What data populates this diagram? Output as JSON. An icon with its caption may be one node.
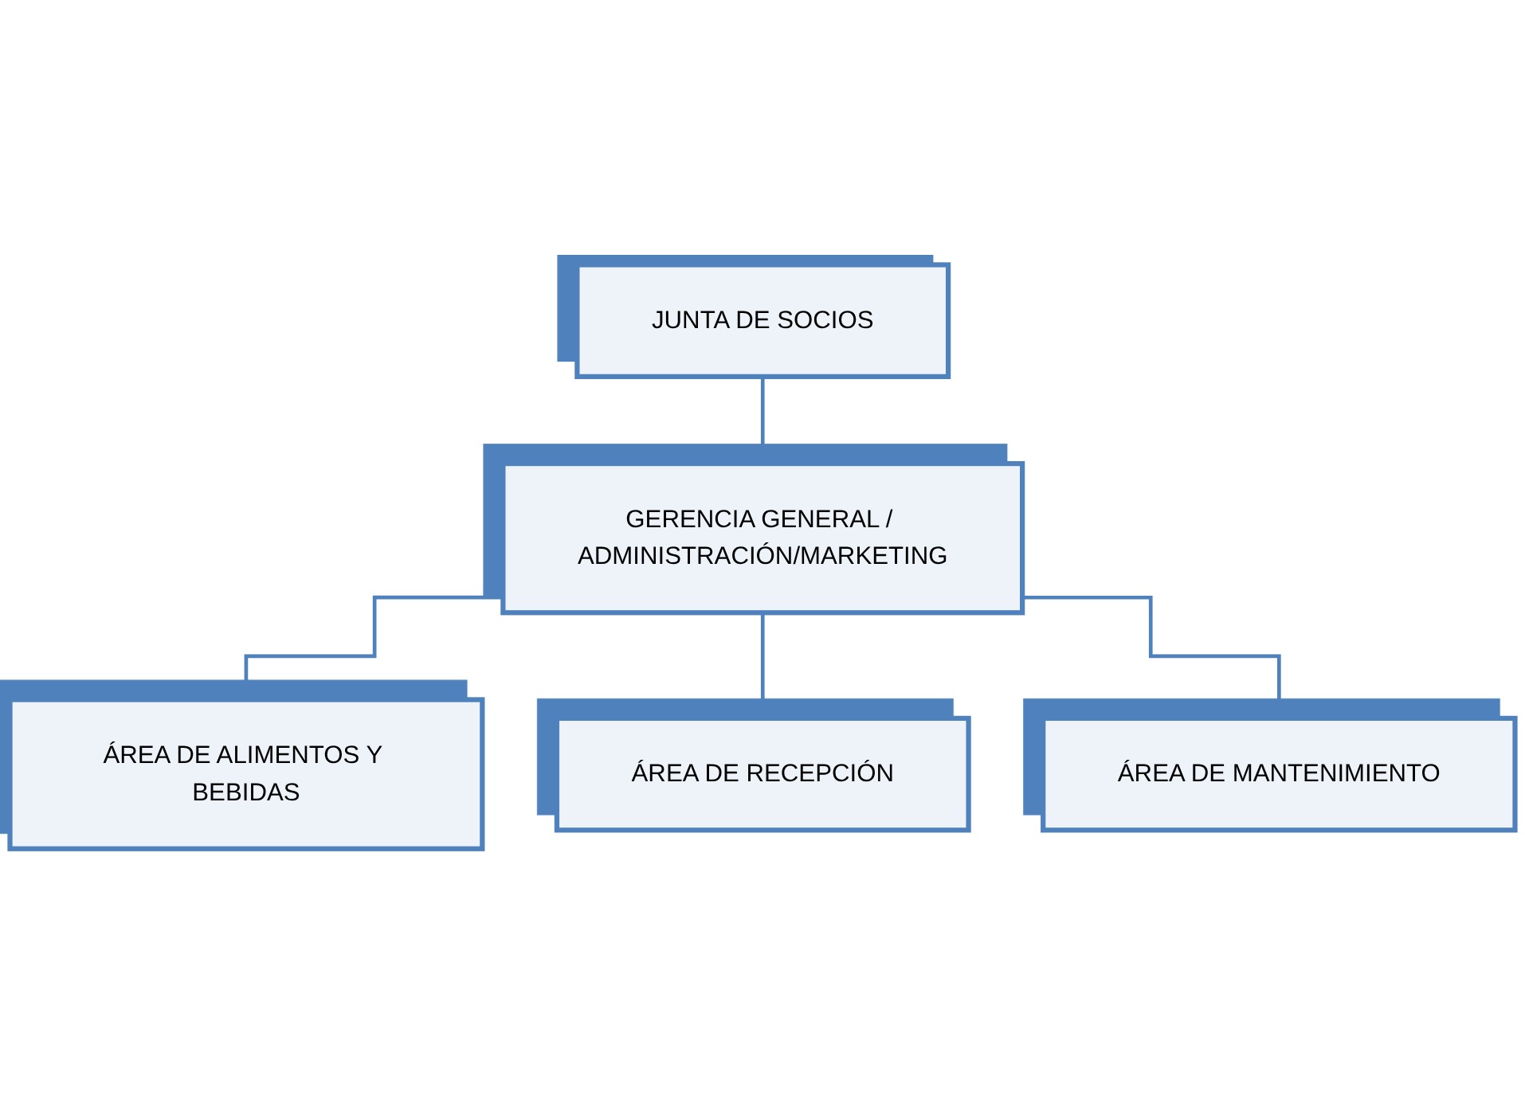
{
  "diagram": {
    "nodes": [
      {
        "text": [
          "JUNTA DE SOCIOS"
        ]
      },
      {
        "text": [
          "GERENCIA GENERAL / ADMINISTRACIÓN/MARKETING"
        ]
      },
      {
        "text": [
          "ÁREA DE ALIMENTOS Y BEBIDAS"
        ]
      },
      {
        "text": [
          "ÁREA DE RECEPCIÓN"
        ]
      },
      {
        "text": [
          "ÁREA DE MANTENIMIENTO"
        ]
      }
    ],
    "edges": [
      {
        "from": 0,
        "to": 1,
        "arrow": "none"
      },
      {
        "from": 1,
        "to": 2,
        "arrow": "none"
      },
      {
        "from": 1,
        "to": 3,
        "arrow": "none"
      },
      {
        "from": 1,
        "to": 4,
        "arrow": "none"
      }
    ]
  }
}
